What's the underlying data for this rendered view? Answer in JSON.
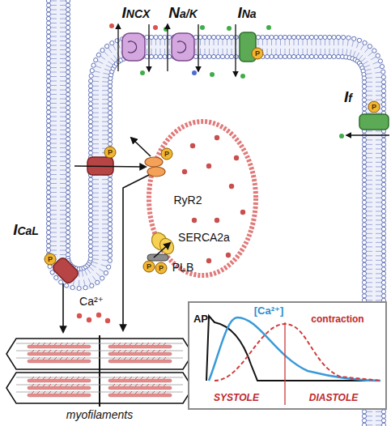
{
  "diagram": {
    "nodes": [
      {
        "text": [
          "AP",
          "[Ca²⁺]",
          "contraction",
          "SYSTOLE",
          "DIASTOLE"
        ]
      }
    ],
    "labels": [
      "INCX",
      "Na/K",
      "INa",
      "If",
      "RyR2",
      "ICaL",
      "SERCA2a",
      "PLB",
      "Ca²⁺",
      "myofilaments",
      "P",
      "P",
      "P",
      "P",
      "P",
      "P",
      "P"
    ]
  }
}
